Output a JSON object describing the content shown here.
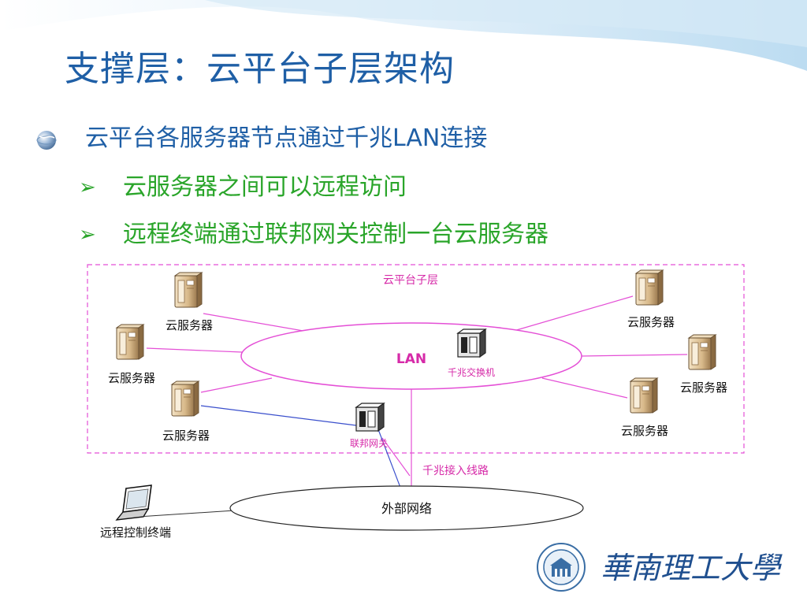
{
  "slide": {
    "title": "支撑层：云平台子层架构",
    "bullet": "云平台各服务器节点通过千兆LAN连接",
    "sub_bullets": [
      "云服务器之间可以远程访问",
      "远程终端通过联邦网关控制一台云服务器"
    ]
  },
  "diagram": {
    "subnet_label": "云平台子层",
    "lan_label": "LAN",
    "switch_label": "千兆交换机",
    "gateway_label": "联邦网关",
    "uplink_label": "千兆接入线路",
    "external_label": "外部网络",
    "remote_label": "远程控制终端",
    "servers": [
      "云服务器",
      "云服务器",
      "云服务器",
      "云服务器",
      "云服务器",
      "云服务器"
    ]
  },
  "logo": {
    "name": "華南理工大學"
  },
  "colors": {
    "title": "#1f5fa6",
    "sub_bullet": "#2aa52a",
    "link_pink": "#e44fd6",
    "link_blue": "#3a4fcc",
    "label_pink": "#d62aa8"
  },
  "icons": {
    "bullet": "globe-bullet-icon",
    "sub_bullet": "arrow-bullet-icon",
    "server": "server-tower-icon",
    "switch": "network-switch-icon",
    "laptop": "laptop-icon"
  }
}
